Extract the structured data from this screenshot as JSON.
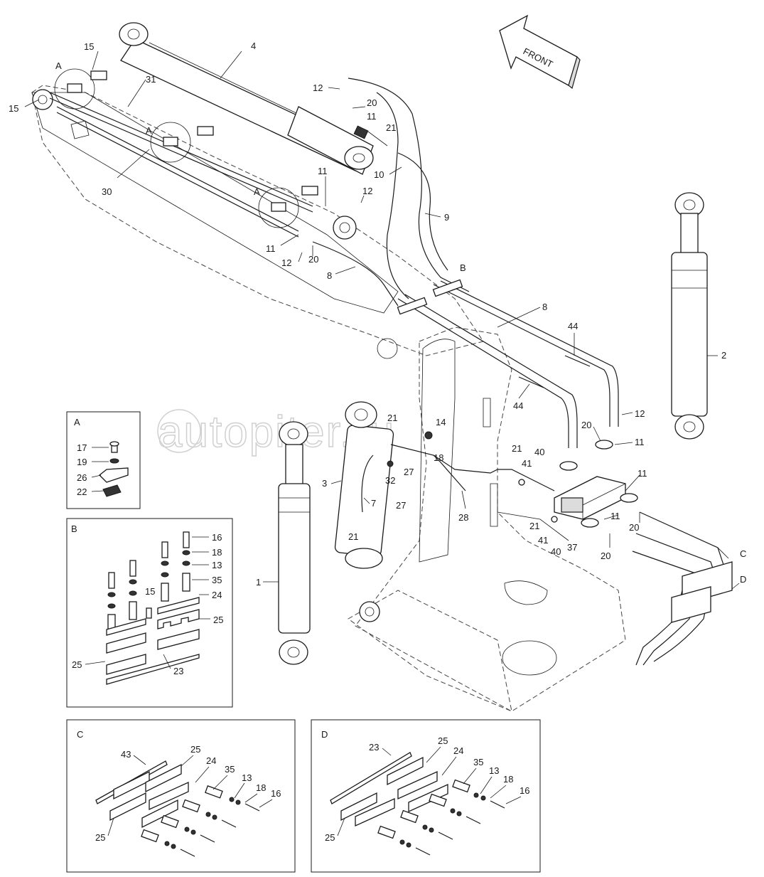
{
  "front_arrow": {
    "text": "FRONT"
  },
  "watermark": {
    "text": "autopiter.ru"
  },
  "callouts": {
    "c4": "4",
    "c15a": "15",
    "c15b": "15",
    "cAa": "A",
    "cAb": "A",
    "cAc": "A",
    "c31": "31",
    "c30": "30",
    "c12a": "12",
    "c20a": "20",
    "c11a": "11",
    "c21a": "21",
    "c10": "10",
    "c9": "9",
    "c11b": "11",
    "c12b": "12",
    "c11c": "11",
    "c12c": "12",
    "c20b": "20",
    "c8a": "8",
    "cB": "B",
    "c8b": "8",
    "c44a": "44",
    "c44b": "44",
    "c2": "2",
    "c12d": "12",
    "c20c": "20",
    "c11d": "11",
    "c21b": "21",
    "c14": "14",
    "c18": "18",
    "c21c": "21",
    "c40a": "40",
    "c41a": "41",
    "c32": "32",
    "c27a": "27",
    "c27b": "27",
    "c28": "28",
    "c3": "3",
    "c7": "7",
    "c21d": "21",
    "c11e": "11",
    "c11f": "11",
    "c21e": "21",
    "c41b": "41",
    "c40b": "40",
    "c37": "37",
    "c20d": "20",
    "c20e": "20",
    "cC": "C",
    "cD": "D",
    "c1": "1"
  },
  "inset_A": {
    "title": "A",
    "labels": {
      "l17": "17",
      "l19": "19",
      "l26": "26",
      "l22": "22"
    }
  },
  "inset_B": {
    "title": "B",
    "labels": {
      "l16": "16",
      "l18": "18",
      "l13": "13",
      "l35": "35",
      "l15": "15",
      "l24": "24",
      "l25a": "25",
      "l25b": "25",
      "l23": "23"
    }
  },
  "inset_C": {
    "title": "C",
    "labels": {
      "l43": "43",
      "l25a": "25",
      "l24": "24",
      "l35": "35",
      "l13": "13",
      "l18": "18",
      "l16": "16",
      "l25b": "25"
    }
  },
  "inset_D": {
    "title": "D",
    "labels": {
      "l23": "23",
      "l25a": "25",
      "l24": "24",
      "l35": "35",
      "l13": "13",
      "l18": "18",
      "l16": "16",
      "l25b": "25"
    }
  }
}
